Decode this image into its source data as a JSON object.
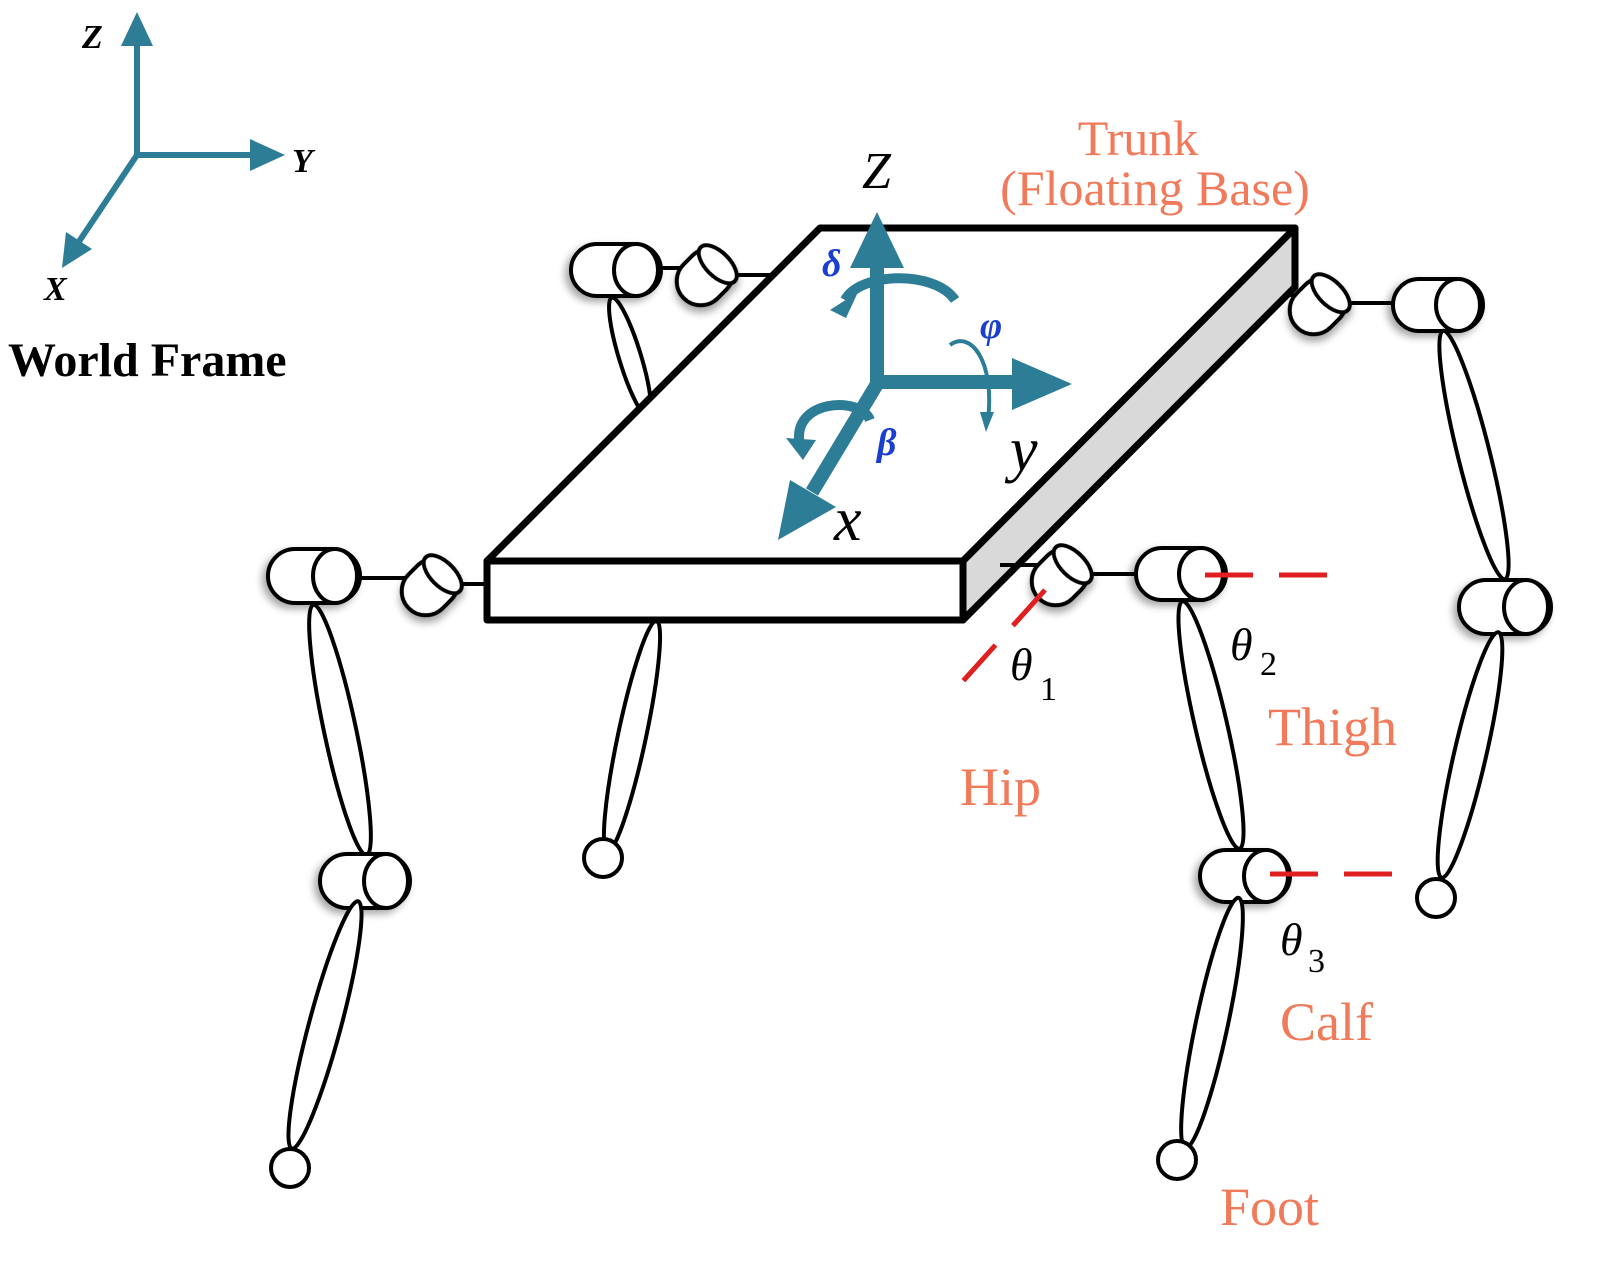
{
  "world_frame": {
    "title": "World Frame",
    "axis_z": "Z",
    "axis_y": "Y",
    "axis_x": "X"
  },
  "body_frame": {
    "axis_z": "Z",
    "axis_y": "y",
    "axis_x": "x",
    "rot_z": "δ",
    "rot_y": "φ",
    "rot_x": "β"
  },
  "labels": {
    "trunk_line1": "Trunk",
    "trunk_line2": "(Floating Base)",
    "theta1_main": "θ",
    "theta1_sub": "1",
    "theta2_main": "θ",
    "theta2_sub": "2",
    "theta3_main": "θ",
    "theta3_sub": "3",
    "hip": "Hip",
    "thigh": "Thigh",
    "calf": "Calf",
    "foot": "Foot"
  },
  "colors": {
    "axis": "#2e7d96",
    "rotation": "#1a3fd0",
    "label": "#f07a5a",
    "dash": "#e02020",
    "outline": "#000000",
    "trunk_side": "#d9d9d9"
  }
}
